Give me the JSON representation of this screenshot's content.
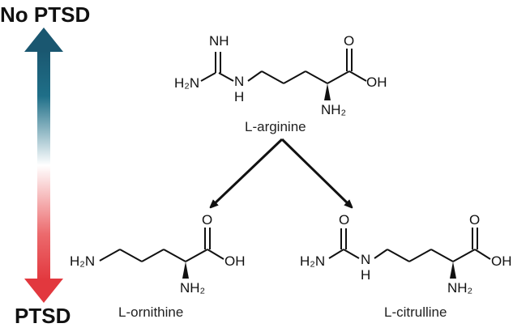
{
  "scale": {
    "top_label": "No PTSD",
    "bottom_label": "PTSD",
    "colors": {
      "top": "#1a5770",
      "middle": "#ffffff",
      "bottom": "#e2383e"
    }
  },
  "molecules": {
    "arginine": {
      "name": "L-arginine",
      "atoms": {
        "nh": "NH",
        "h2n": "H₂N",
        "nh_link": "N",
        "h_link": "H",
        "o": "O",
        "oh": "OH",
        "nh2": "NH₂"
      }
    },
    "ornithine": {
      "name": "L-ornithine",
      "atoms": {
        "h2n": "H₂N",
        "o": "O",
        "oh": "OH",
        "nh2": "NH₂"
      }
    },
    "citrulline": {
      "name": "L-citrulline",
      "atoms": {
        "o_urea": "O",
        "h2n": "H₂N",
        "n_link": "N",
        "h_link": "H",
        "o": "O",
        "oh": "OH",
        "nh2": "NH₂"
      }
    }
  },
  "arrows": {
    "color": "#111111"
  }
}
